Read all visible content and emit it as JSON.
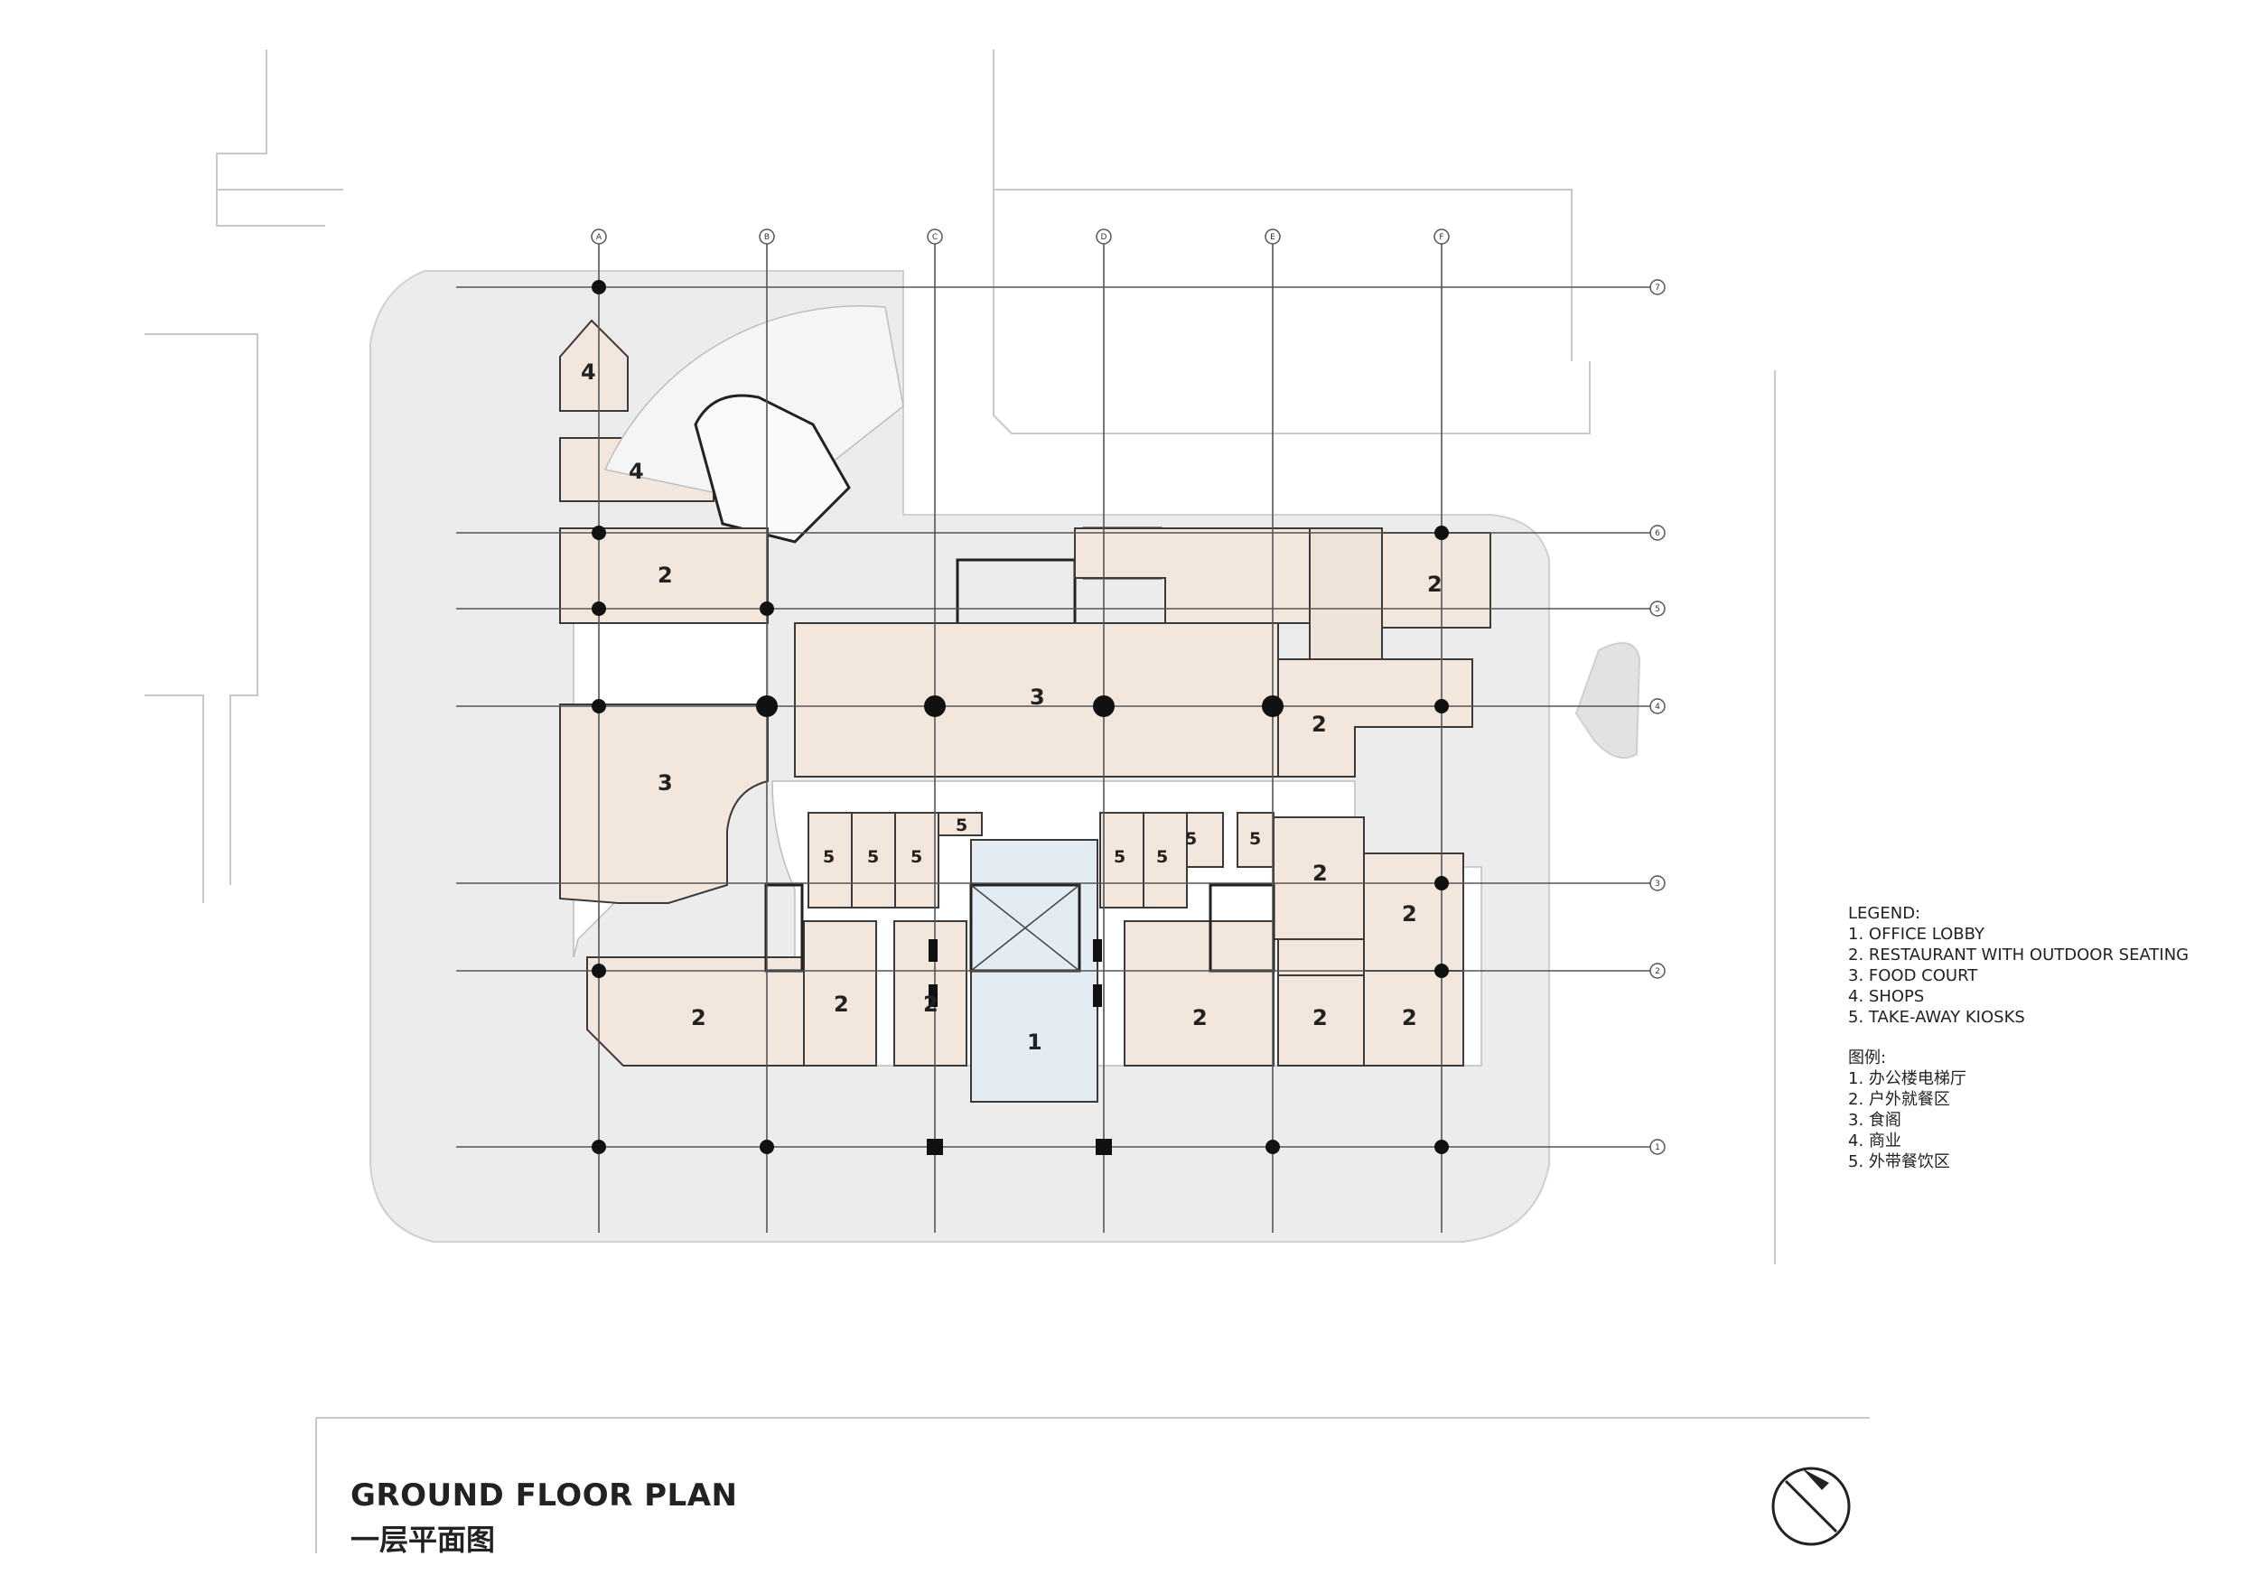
{
  "title": {
    "en": "GROUND FLOOR PLAN",
    "cn": "一层平面图"
  },
  "legend": {
    "heading_en": "LEGEND:",
    "items_en": [
      "1. OFFICE LOBBY",
      "2. RESTAURANT WITH OUTDOOR SEATING",
      "3. FOOD COURT",
      "4. SHOPS",
      "5. TAKE-AWAY KIOSKS"
    ],
    "heading_cn": "图例:",
    "items_cn": [
      "1. 办公楼电梯厅",
      "2. 户外就餐区",
      "3. 食阁",
      "4. 商业",
      "5. 外带餐饮区"
    ]
  },
  "grid": {
    "columns": [
      "A",
      "B",
      "C",
      "D",
      "E",
      "F"
    ],
    "rows": [
      "7",
      "6",
      "5",
      "4",
      "3",
      "2",
      "1"
    ]
  },
  "rooms": {
    "r4a": "4",
    "r4b": "4",
    "r2_nw": "2",
    "r3_center": "3",
    "r2_ne": "2",
    "r2_e": "2",
    "r3_w": "3",
    "k1": "5",
    "k2": "5",
    "k3": "5",
    "k4": "5",
    "k5": "5",
    "k6": "5",
    "k7": "5",
    "k8": "5",
    "r2_e2": "2",
    "r2_e3": "2",
    "r2_sw": "2",
    "r2_s1": "2",
    "r2_s2": "2",
    "lobby": "1",
    "r2_s3": "2",
    "r2_s4": "2",
    "r2_s5": "2"
  },
  "colors": {
    "room_fill": "#f3e6dc",
    "lobby_fill": "#e3ebf3",
    "site_fill": "#ececec"
  },
  "north_arrow_icon": "north-arrow-icon"
}
